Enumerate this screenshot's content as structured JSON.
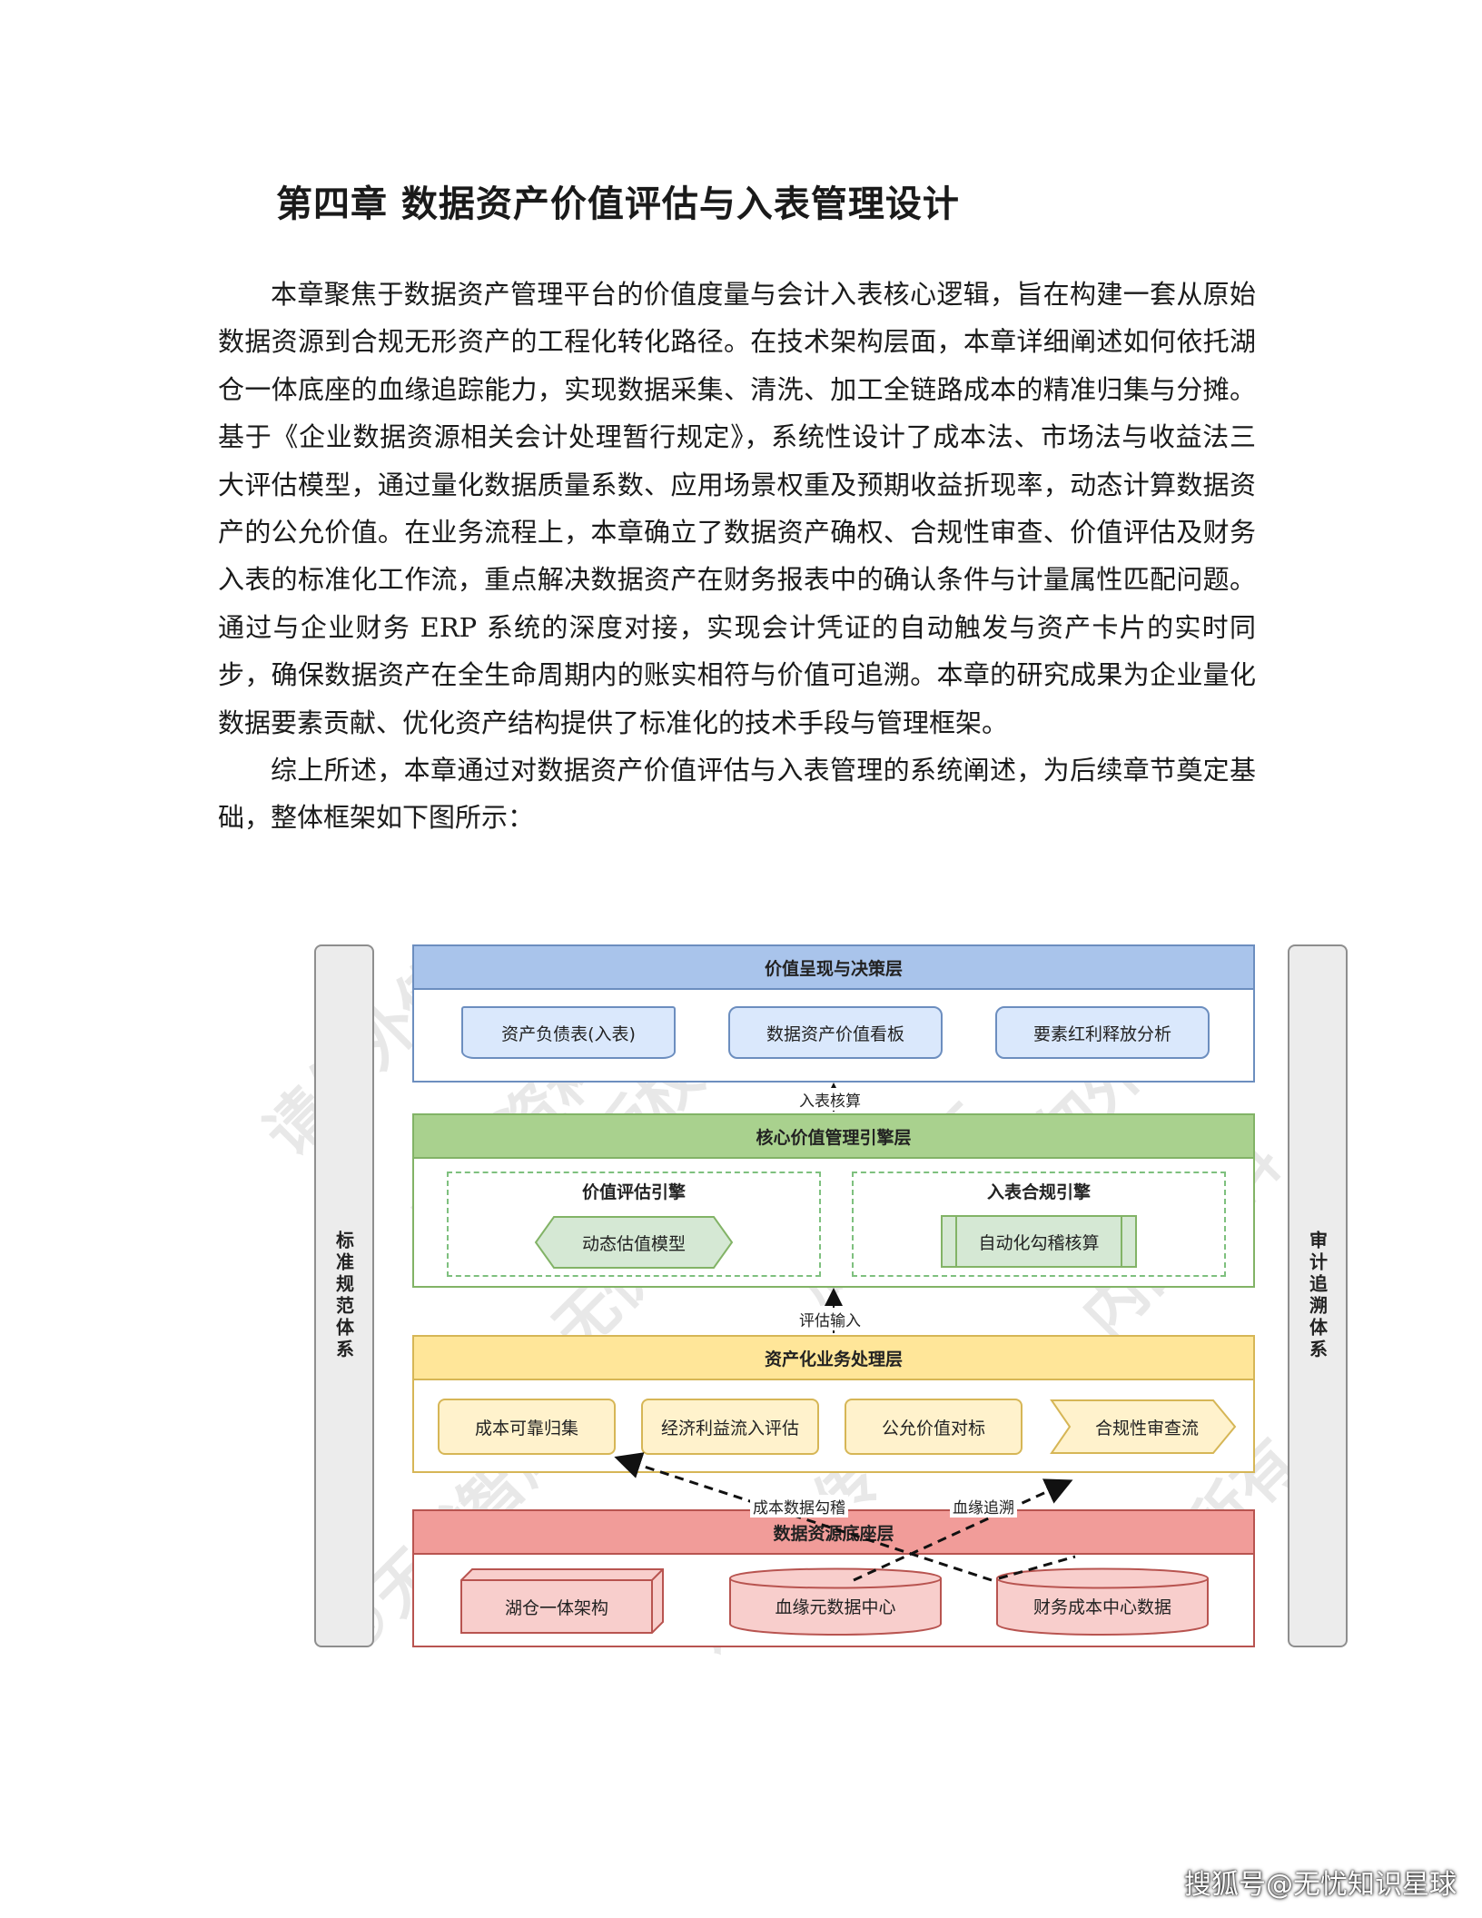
{
  "chapter_title": "第四章 数据资产价值评估与入表管理设计",
  "paragraphs": [
    "本章聚焦于数据资产管理平台的价值度量与会计入表核心逻辑，旨在构建一套从原始数据资源到合规无形资产的工程化转化路径。在技术架构层面，本章详细阐述如何依托湖仓一体底座的血缘追踪能力，实现数据采集、清洗、加工全链路成本的精准归集与分摊。基于《企业数据资源相关会计处理暂行规定》，系统性设计了成本法、市场法与收益法三大评估模型，通过量化数据质量系数、应用场景权重及预期收益折现率，动态计算数据资产的公允价值。在业务流程上，本章确立了数据资产确权、合规性审查、价值评估及财务入表的标准化工作流，重点解决数据资产在财务报表中的确认条件与计量属性匹配问题。通过与企业财务 ERP 系统的深度对接，实现会计凭证的自动触发与资产卡片的实时同步，确保数据资产在全生命周期内的账实相符与价值可追溯。本章的研究成果为企业量化数据要素贡献、优化资产结构提供了标准化的技术手段与管理框架。",
    "综上所述，本章通过对数据资产价值评估与入表管理的系统阐述，为后续章节奠定基础，整体框架如下图所示："
  ],
  "diagram": {
    "left_pillar": "标准规范体系",
    "right_pillar": "审计追溯体系",
    "layers": {
      "top": {
        "title": "价值呈现与决策层",
        "items": [
          "资产负债表(入表)",
          "数据资产价值看板",
          "要素红利释放分析"
        ]
      },
      "core": {
        "title": "核心价值管理引擎层",
        "eval_engine": {
          "title": "价值评估引擎",
          "item": "动态估值模型"
        },
        "compliance_engine": {
          "title": "入表合规引擎",
          "item": "自动化勾稽核算"
        }
      },
      "business": {
        "title": "资产化业务处理层",
        "items": [
          "成本可靠归集",
          "经济利益流入评估",
          "公允价值对标",
          "合规性审查流"
        ]
      },
      "base": {
        "title": "数据资源底座层",
        "items": [
          "湖仓一体架构",
          "血缘元数据中心",
          "财务成本中心数据"
        ]
      }
    },
    "connectors": {
      "top_core": "入表核算",
      "core_business": "评估输入",
      "cost_check": "成本数据勾稽",
      "lineage": "血缘追溯"
    },
    "watermarks": [
      "请勿外传",
      "内部资料",
      "版权所有",
      "©无忧智库",
      "请勿外传",
      "内部资料",
      "版权所有",
      "©无忧智库",
      "请勿外传",
      "版权所有"
    ],
    "colors": {
      "blue_head": "#a9c4eb",
      "blue_border": "#6c8ebf",
      "blue_item": "#dae8fc",
      "green_head": "#a9d18e",
      "green_border": "#82b366",
      "green_item": "#d5e8d4",
      "yellow_head": "#ffe699",
      "yellow_border": "#d6b656",
      "yellow_item": "#fff2cc",
      "red_head": "#f19c99",
      "red_border": "#b85450",
      "red_item": "#f8cecc"
    }
  },
  "credit": "搜狐号@无忧知识星球"
}
